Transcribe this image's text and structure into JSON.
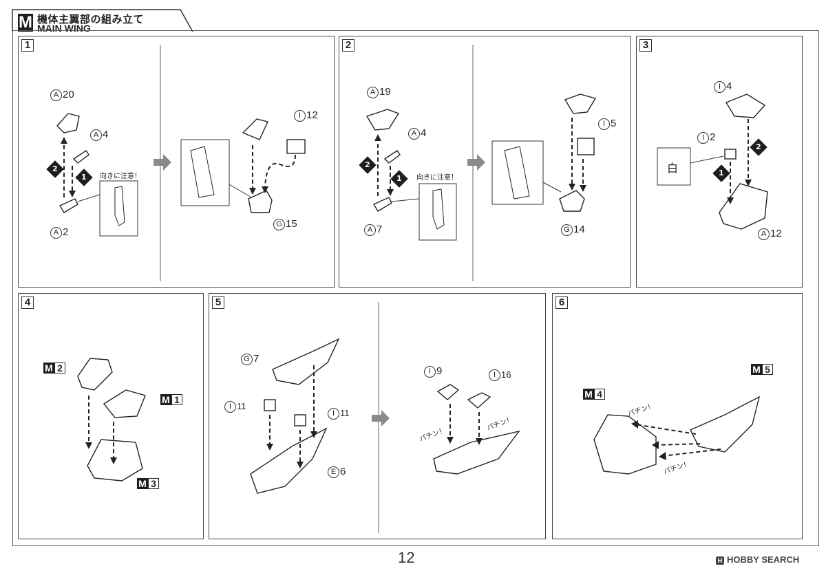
{
  "header": {
    "badge": "M",
    "title_jp": "機体主翼部の組み立て",
    "title_en": "MAIN WING"
  },
  "steps": [
    {
      "number": "1",
      "note": "向きに注意！",
      "parts": [
        {
          "letter": "A",
          "num": "20"
        },
        {
          "letter": "A",
          "num": "4"
        },
        {
          "letter": "A",
          "num": "2"
        },
        {
          "letter": "I",
          "num": "12"
        },
        {
          "letter": "G",
          "num": "15"
        }
      ]
    },
    {
      "number": "2",
      "note": "向きに注意！",
      "parts": [
        {
          "letter": "A",
          "num": "19"
        },
        {
          "letter": "A",
          "num": "4"
        },
        {
          "letter": "A",
          "num": "7"
        },
        {
          "letter": "I",
          "num": "5"
        },
        {
          "letter": "G",
          "num": "14"
        }
      ]
    },
    {
      "number": "3",
      "color_label": "白",
      "parts": [
        {
          "letter": "I",
          "num": "4"
        },
        {
          "letter": "I",
          "num": "2"
        },
        {
          "letter": "A",
          "num": "12"
        }
      ]
    },
    {
      "number": "4",
      "subassemblies": [
        {
          "prefix": "M",
          "num": "2"
        },
        {
          "prefix": "M",
          "num": "1"
        },
        {
          "prefix": "M",
          "num": "3"
        }
      ]
    },
    {
      "number": "5",
      "snap": "パチン！",
      "parts": [
        {
          "letter": "G",
          "num": "7"
        },
        {
          "letter": "I",
          "num": "11"
        },
        {
          "letter": "I",
          "num": "11"
        },
        {
          "letter": "E",
          "num": "6"
        },
        {
          "letter": "I",
          "num": "9"
        },
        {
          "letter": "I",
          "num": "16"
        }
      ]
    },
    {
      "number": "6",
      "snap": "パチン！",
      "subassemblies": [
        {
          "prefix": "M",
          "num": "4"
        },
        {
          "prefix": "M",
          "num": "5"
        }
      ]
    }
  ],
  "order_marks": [
    "1",
    "2"
  ],
  "footer": {
    "page_number": "12",
    "watermark": "HOBBY SEARCH",
    "watermark_icon": "H"
  },
  "colors": {
    "ink": "#1e1e1e",
    "arrow": "#7a7a7a",
    "line": "#444444"
  }
}
